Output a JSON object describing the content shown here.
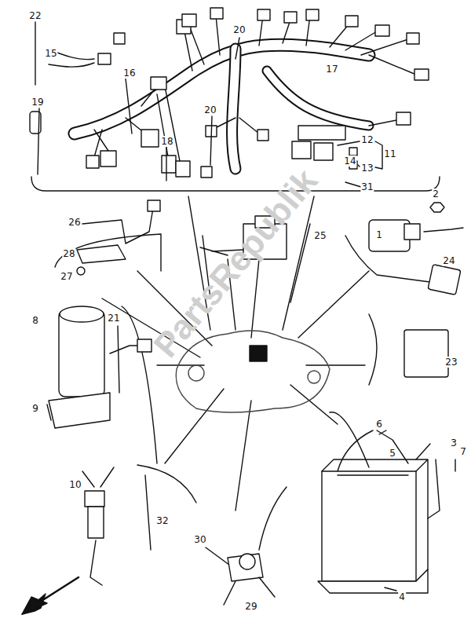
{
  "diagram": {
    "labels": [
      "22",
      "20",
      "15",
      "16",
      "19",
      "17",
      "20",
      "18",
      "12",
      "11",
      "14",
      "13",
      "31",
      "2",
      "26",
      "25",
      "1",
      "28",
      "27",
      "24",
      "8",
      "21",
      "23",
      "9",
      "6",
      "3",
      "5",
      "7",
      "10",
      "32",
      "4",
      "30",
      "29",
      "PartsRepublik"
    ]
  }
}
